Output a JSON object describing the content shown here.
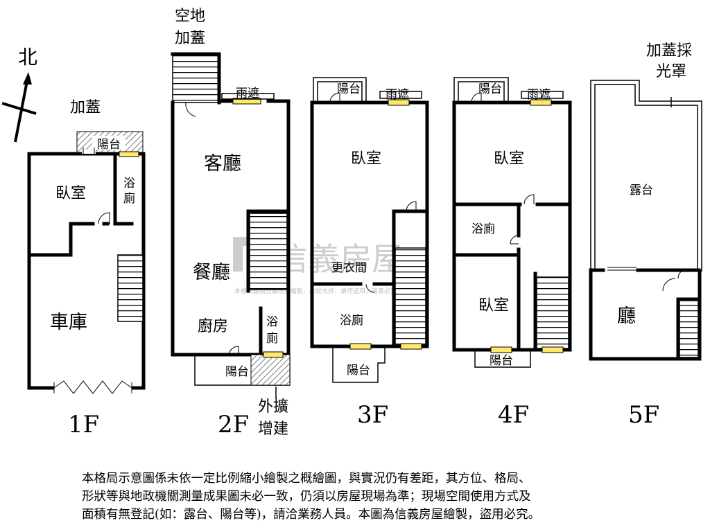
{
  "north_label": "北",
  "watermark": {
    "brand": "信義房屋",
    "notice": "本格局圖為信義房屋繪製，未經允許，請勿盜用，違者必究"
  },
  "floors": [
    {
      "label": "1F",
      "rooms": [
        "臥室",
        "浴廁",
        "車庫",
        "陽台"
      ],
      "annotation": "加蓋"
    },
    {
      "label": "2F",
      "rooms": [
        "客廳",
        "雨遮",
        "餐廳",
        "廚房",
        "浴廁",
        "陽台"
      ],
      "annotations": [
        "空地加蓋",
        "外擴增建"
      ]
    },
    {
      "label": "3F",
      "rooms": [
        "陽台",
        "雨遮",
        "臥室",
        "更衣間",
        "浴廁",
        "陽台"
      ]
    },
    {
      "label": "4F",
      "rooms": [
        "陽台",
        "雨遮",
        "臥室",
        "浴廁",
        "臥室",
        "陽台"
      ]
    },
    {
      "label": "5F",
      "rooms": [
        "露台",
        "廳"
      ],
      "annotation": "加蓋採光罩"
    }
  ],
  "labels": {
    "f1_addon": "加蓋",
    "f1_balcony": "陽台",
    "f1_bedroom": "臥室",
    "f1_bath_1": "浴",
    "f1_bath_2": "廁",
    "f1_garage": "車庫",
    "f2_addon_1": "空地",
    "f2_addon_2": "加蓋",
    "f2_canopy": "雨遮",
    "f2_living": "客廳",
    "f2_dining": "餐廳",
    "f2_kitchen": "廚房",
    "f2_bath_1": "浴",
    "f2_bath_2": "廁",
    "f2_balcony": "陽台",
    "f2_ext_1": "外擴",
    "f2_ext_2": "增建",
    "f3_balcony_top": "陽台",
    "f3_canopy": "雨遮",
    "f3_bedroom": "臥室",
    "f3_closet": "更衣間",
    "f3_bath": "浴廁",
    "f3_balcony_bottom": "陽台",
    "f4_balcony_top": "陽台",
    "f4_canopy": "雨遮",
    "f4_bedroom_1": "臥室",
    "f4_bath": "浴廁",
    "f4_bedroom_2": "臥室",
    "f4_balcony_bottom": "陽台",
    "f5_addon_1": "加蓋採",
    "f5_addon_2": "光罩",
    "f5_terrace": "露台",
    "f5_hall": "廳",
    "floor_1f": "1F",
    "floor_2f": "2F",
    "floor_3f": "3F",
    "floor_4f": "4F",
    "floor_5f": "5F"
  },
  "disclaimer": [
    "本格局示意圖係未依一定比例縮小繪製之概繪圖，與實況仍有差距，其方位、格局、",
    "形狀等與地政機關測量成果圖未必一致，仍須以房屋現場為準；現場空間使用方式及",
    "面積有無登記(如：露台、陽台等)，請洽業務人員。本圖為信義房屋繪製，盜用必究。"
  ]
}
